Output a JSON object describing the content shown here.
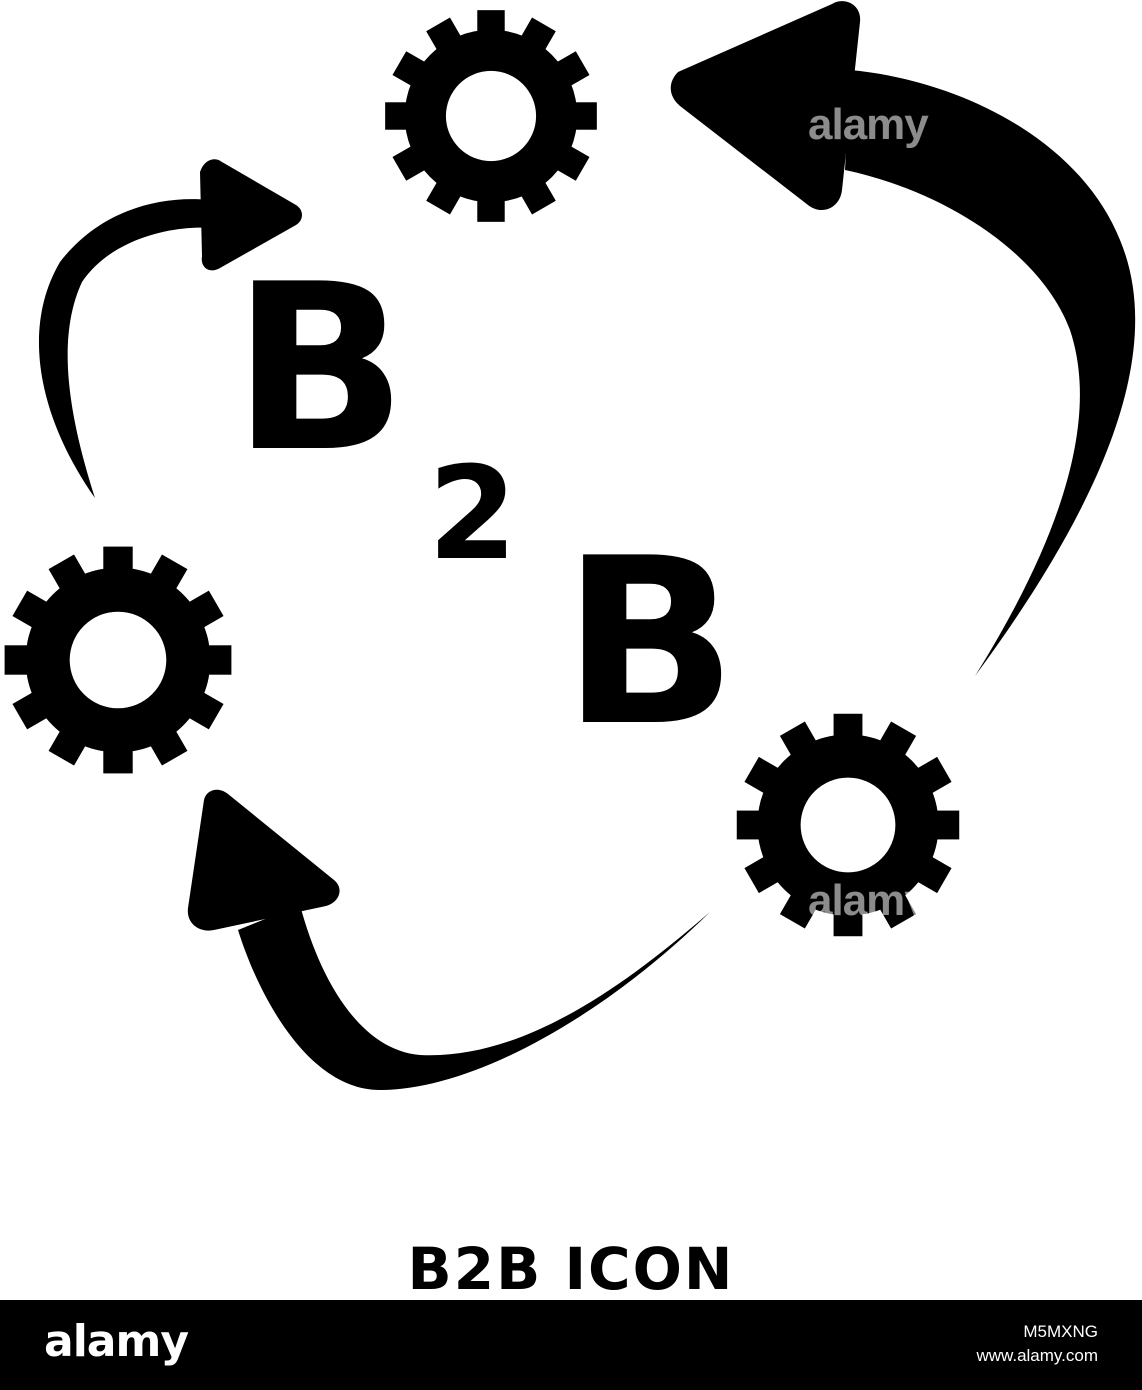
{
  "icon": {
    "letters": [
      "B",
      "2",
      "B"
    ],
    "semantic": [
      "gear-icon",
      "gear-icon",
      "gear-icon",
      "curved-arrow-icon",
      "curved-arrow-icon",
      "curved-arrow-icon"
    ]
  },
  "caption": "B2B ICON",
  "watermark": "alamy",
  "footer": {
    "logo": "alamy",
    "image_id": "M5MXNG",
    "url": "www.alamy.com"
  },
  "colors": {
    "foreground": "#000000",
    "background": "#ffffff",
    "footer_text": "#ffffff"
  }
}
